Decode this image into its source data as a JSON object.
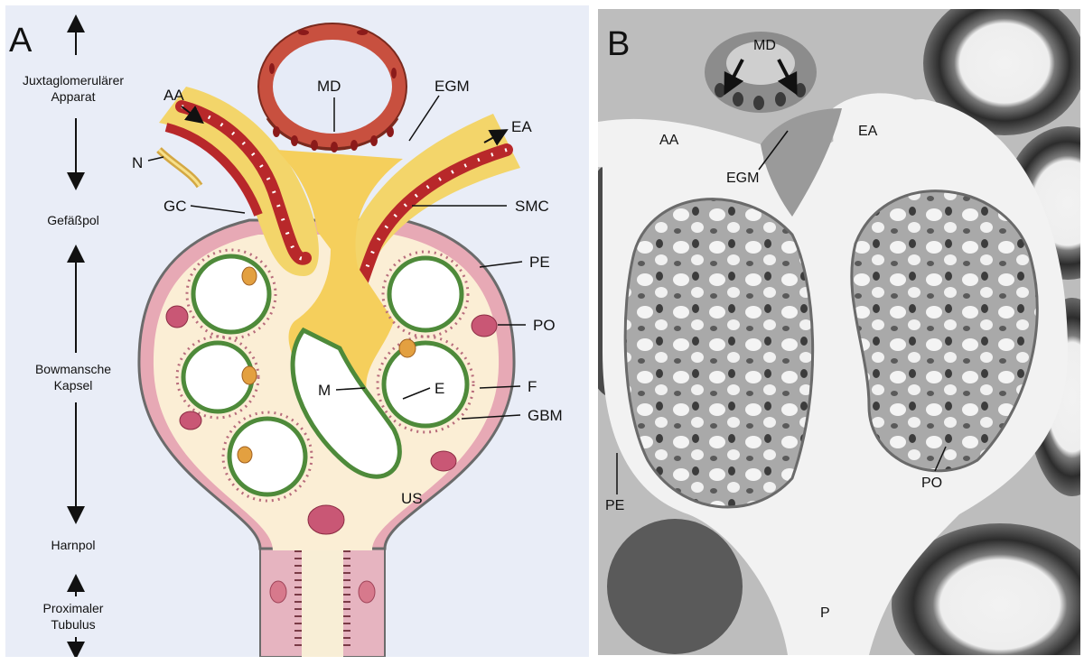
{
  "panel_a": {
    "letter": "A",
    "side_labels": {
      "juxta": [
        "Juxtaglomerulärer",
        "Apparat"
      ],
      "vascular_pole": "Gefäßpol",
      "bowman": [
        "Bowmansche",
        "Kapsel"
      ],
      "urinary_pole": "Harnpol",
      "tubulus": [
        "Proximaler",
        "Tubulus"
      ]
    },
    "labels": {
      "md": "MD",
      "egm": "EGM",
      "aa": "AA",
      "ea": "EA",
      "n": "N",
      "gc": "GC",
      "smc": "SMC",
      "pe": "PE",
      "po": "PO",
      "m": "M",
      "e": "E",
      "f": "F",
      "gbm": "GBM",
      "us": "US"
    }
  },
  "panel_b": {
    "letter": "B",
    "labels": {
      "md": "MD",
      "aa": "AA",
      "ea": "EA",
      "egm": "EGM",
      "pe": "PE",
      "po": "PO",
      "p": "P"
    }
  }
}
